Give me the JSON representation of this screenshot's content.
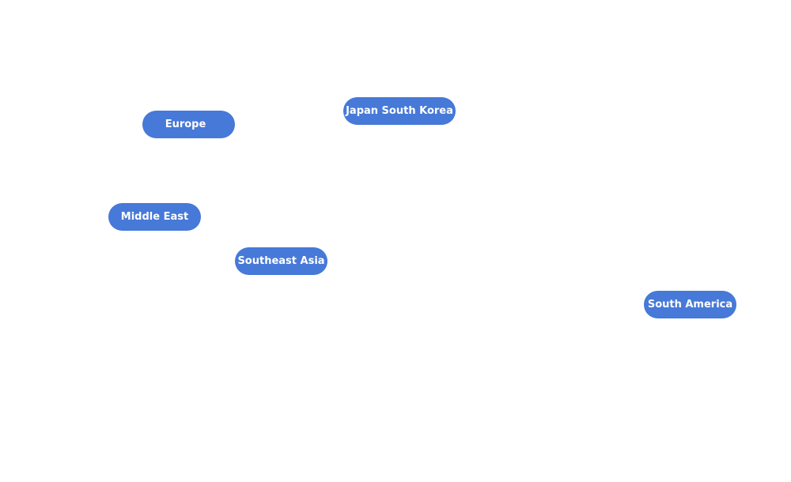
{
  "regions": [
    {
      "label": "Europe"
    },
    {
      "label": "Japan South Korea"
    },
    {
      "label": "Middle East"
    },
    {
      "label": "Southeast Asia"
    },
    {
      "label": "South America"
    }
  ],
  "colors": {
    "pill_background": "#4679d8",
    "pill_text": "#ffffff",
    "canvas_background": "#ffffff"
  }
}
